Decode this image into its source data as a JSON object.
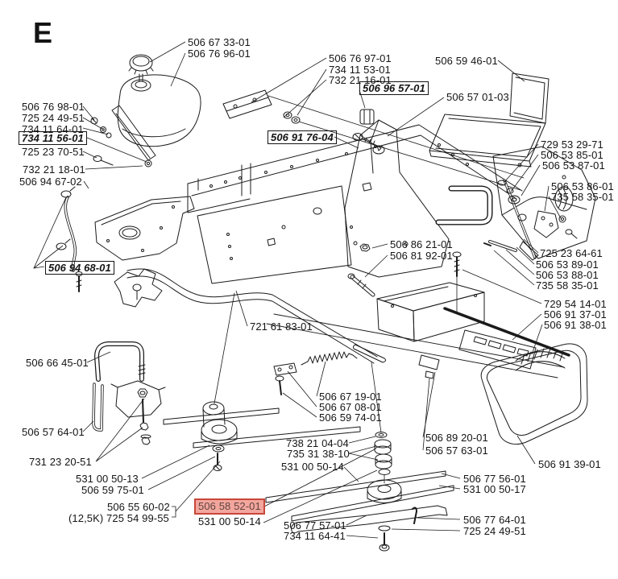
{
  "section_letter": "E",
  "colors": {
    "line": "#1a1a1a",
    "highlight_bg": "#f2a69e",
    "highlight_border": "#c9473a",
    "highlight_text": "#5f443e"
  },
  "labels": [
    {
      "text": "506 67 33-01"
    },
    {
      "text": "506 76 96-01"
    },
    {
      "text": "506 76 98-01"
    },
    {
      "text": "725 24 49-51"
    },
    {
      "text": "734 11 64-01"
    },
    {
      "text": "734 11 56-01",
      "boxed": true
    },
    {
      "text": "725 23 70-51"
    },
    {
      "text": "732 21 18-01"
    },
    {
      "text": "506 94 67-02"
    },
    {
      "text": "506 94 68-01",
      "boxed": true
    },
    {
      "text": "506 76 97-01"
    },
    {
      "text": "734 11 53-01"
    },
    {
      "text": "732 21 16-01"
    },
    {
      "text": "506 96 57-01",
      "boxed": true
    },
    {
      "text": "506 91 76-04",
      "boxed": true
    },
    {
      "text": "506 59 46-01"
    },
    {
      "text": "506 57 01-03"
    },
    {
      "text": "729 53 29-71"
    },
    {
      "text": "506 53 85-01"
    },
    {
      "text": "506 53 87-01"
    },
    {
      "text": "506 53 86-01"
    },
    {
      "text": "735 58 35-01"
    },
    {
      "text": "725 23 64-61"
    },
    {
      "text": "506 53 89-01"
    },
    {
      "text": "506 53 88-01"
    },
    {
      "text": "735 58 35-01"
    },
    {
      "text": "729 54 14-01"
    },
    {
      "text": "506 91 37-01"
    },
    {
      "text": "506 91 38-01"
    },
    {
      "text": "506 86 21-01"
    },
    {
      "text": "506 81 92-01"
    },
    {
      "text": "721 61 83-01"
    },
    {
      "text": "506 66 45-01"
    },
    {
      "text": "506 57 64-01"
    },
    {
      "text": "731 23 20-51"
    },
    {
      "text": "531 00 50-13"
    },
    {
      "text": "506 59 75-01"
    },
    {
      "text": "506 55 60-02"
    },
    {
      "text": "(12,5K) 725 54 99-55"
    },
    {
      "text": "506 58 52-01",
      "highlighted": true
    },
    {
      "text": "531 00 50-14"
    },
    {
      "text": "506 67 19-01"
    },
    {
      "text": "506 67 08-01"
    },
    {
      "text": "506 59 74-01"
    },
    {
      "text": "738 21 04-04"
    },
    {
      "text": "735 31 38-10"
    },
    {
      "text": "531 00 50-14"
    },
    {
      "text": "506 77 57-01"
    },
    {
      "text": "734 11 64-41"
    },
    {
      "text": "506 89 20-01"
    },
    {
      "text": "506 57 63-01"
    },
    {
      "text": "506 91 39-01"
    },
    {
      "text": "506 77 56-01"
    },
    {
      "text": "531 00 50-17"
    },
    {
      "text": "506 77 64-01"
    },
    {
      "text": "725 24 49-51"
    }
  ]
}
